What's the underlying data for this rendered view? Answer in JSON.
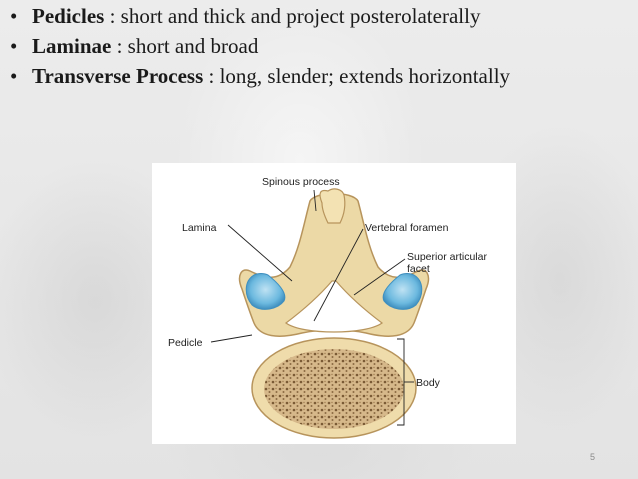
{
  "bullets": [
    {
      "term": "Pedicles",
      "desc": " : short and thick and project posterolaterally"
    },
    {
      "term": "Laminae",
      "desc": " : short and broad"
    },
    {
      "term": "Transverse Process",
      "desc": " : long, slender; extends horizontally"
    }
  ],
  "figure": {
    "labels": {
      "spinous_process": "Spinous process",
      "lamina": "Lamina",
      "vertebral_foramen": "Vertebral foramen",
      "superior_articular_facet_line1": "Superior articular",
      "superior_articular_facet_line2": "facet",
      "pedicle": "Pedicle",
      "body": "Body"
    }
  },
  "page_number": "5"
}
